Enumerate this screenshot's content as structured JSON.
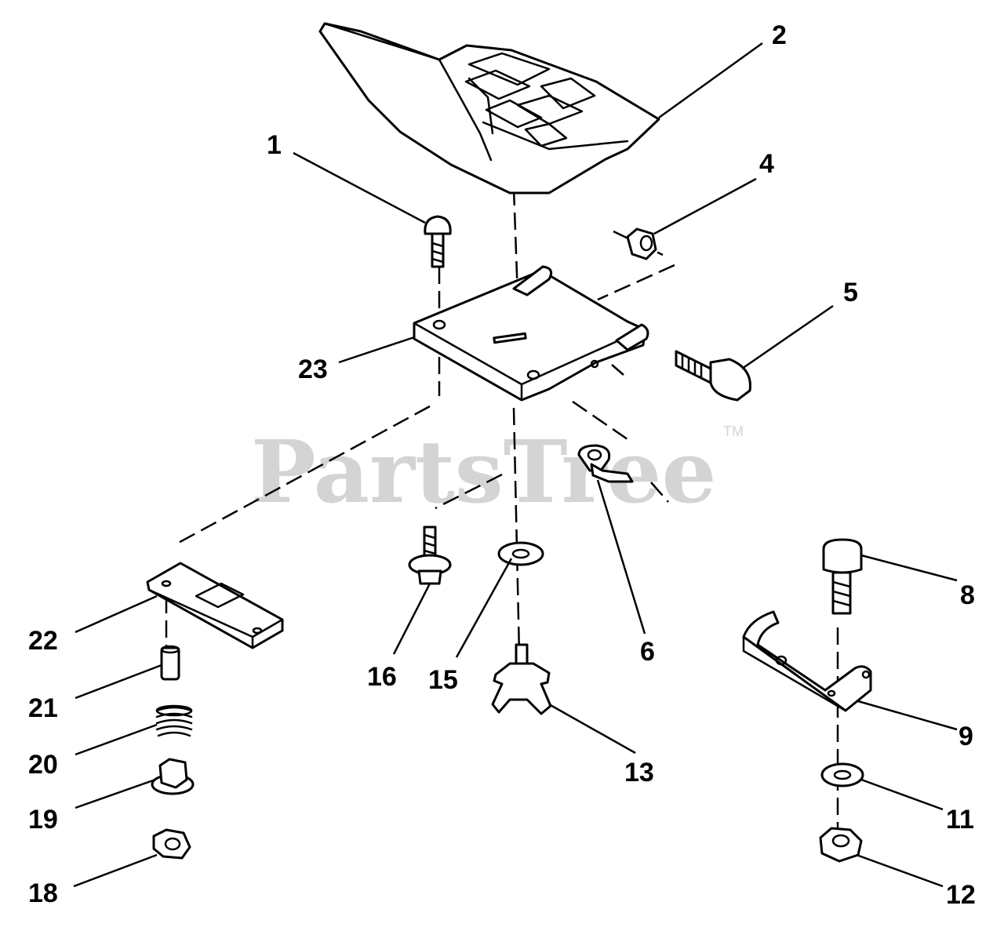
{
  "watermark": {
    "brand": "PartsTree",
    "trademark": "TM"
  },
  "callouts": {
    "c1": "1",
    "c2": "2",
    "c4": "4",
    "c5": "5",
    "c6": "6",
    "c8": "8",
    "c9": "9",
    "c11": "11",
    "c12": "12",
    "c13": "13",
    "c15": "15",
    "c16": "16",
    "c18": "18",
    "c19": "19",
    "c20": "20",
    "c21": "21",
    "c22": "22",
    "c23": "23"
  }
}
